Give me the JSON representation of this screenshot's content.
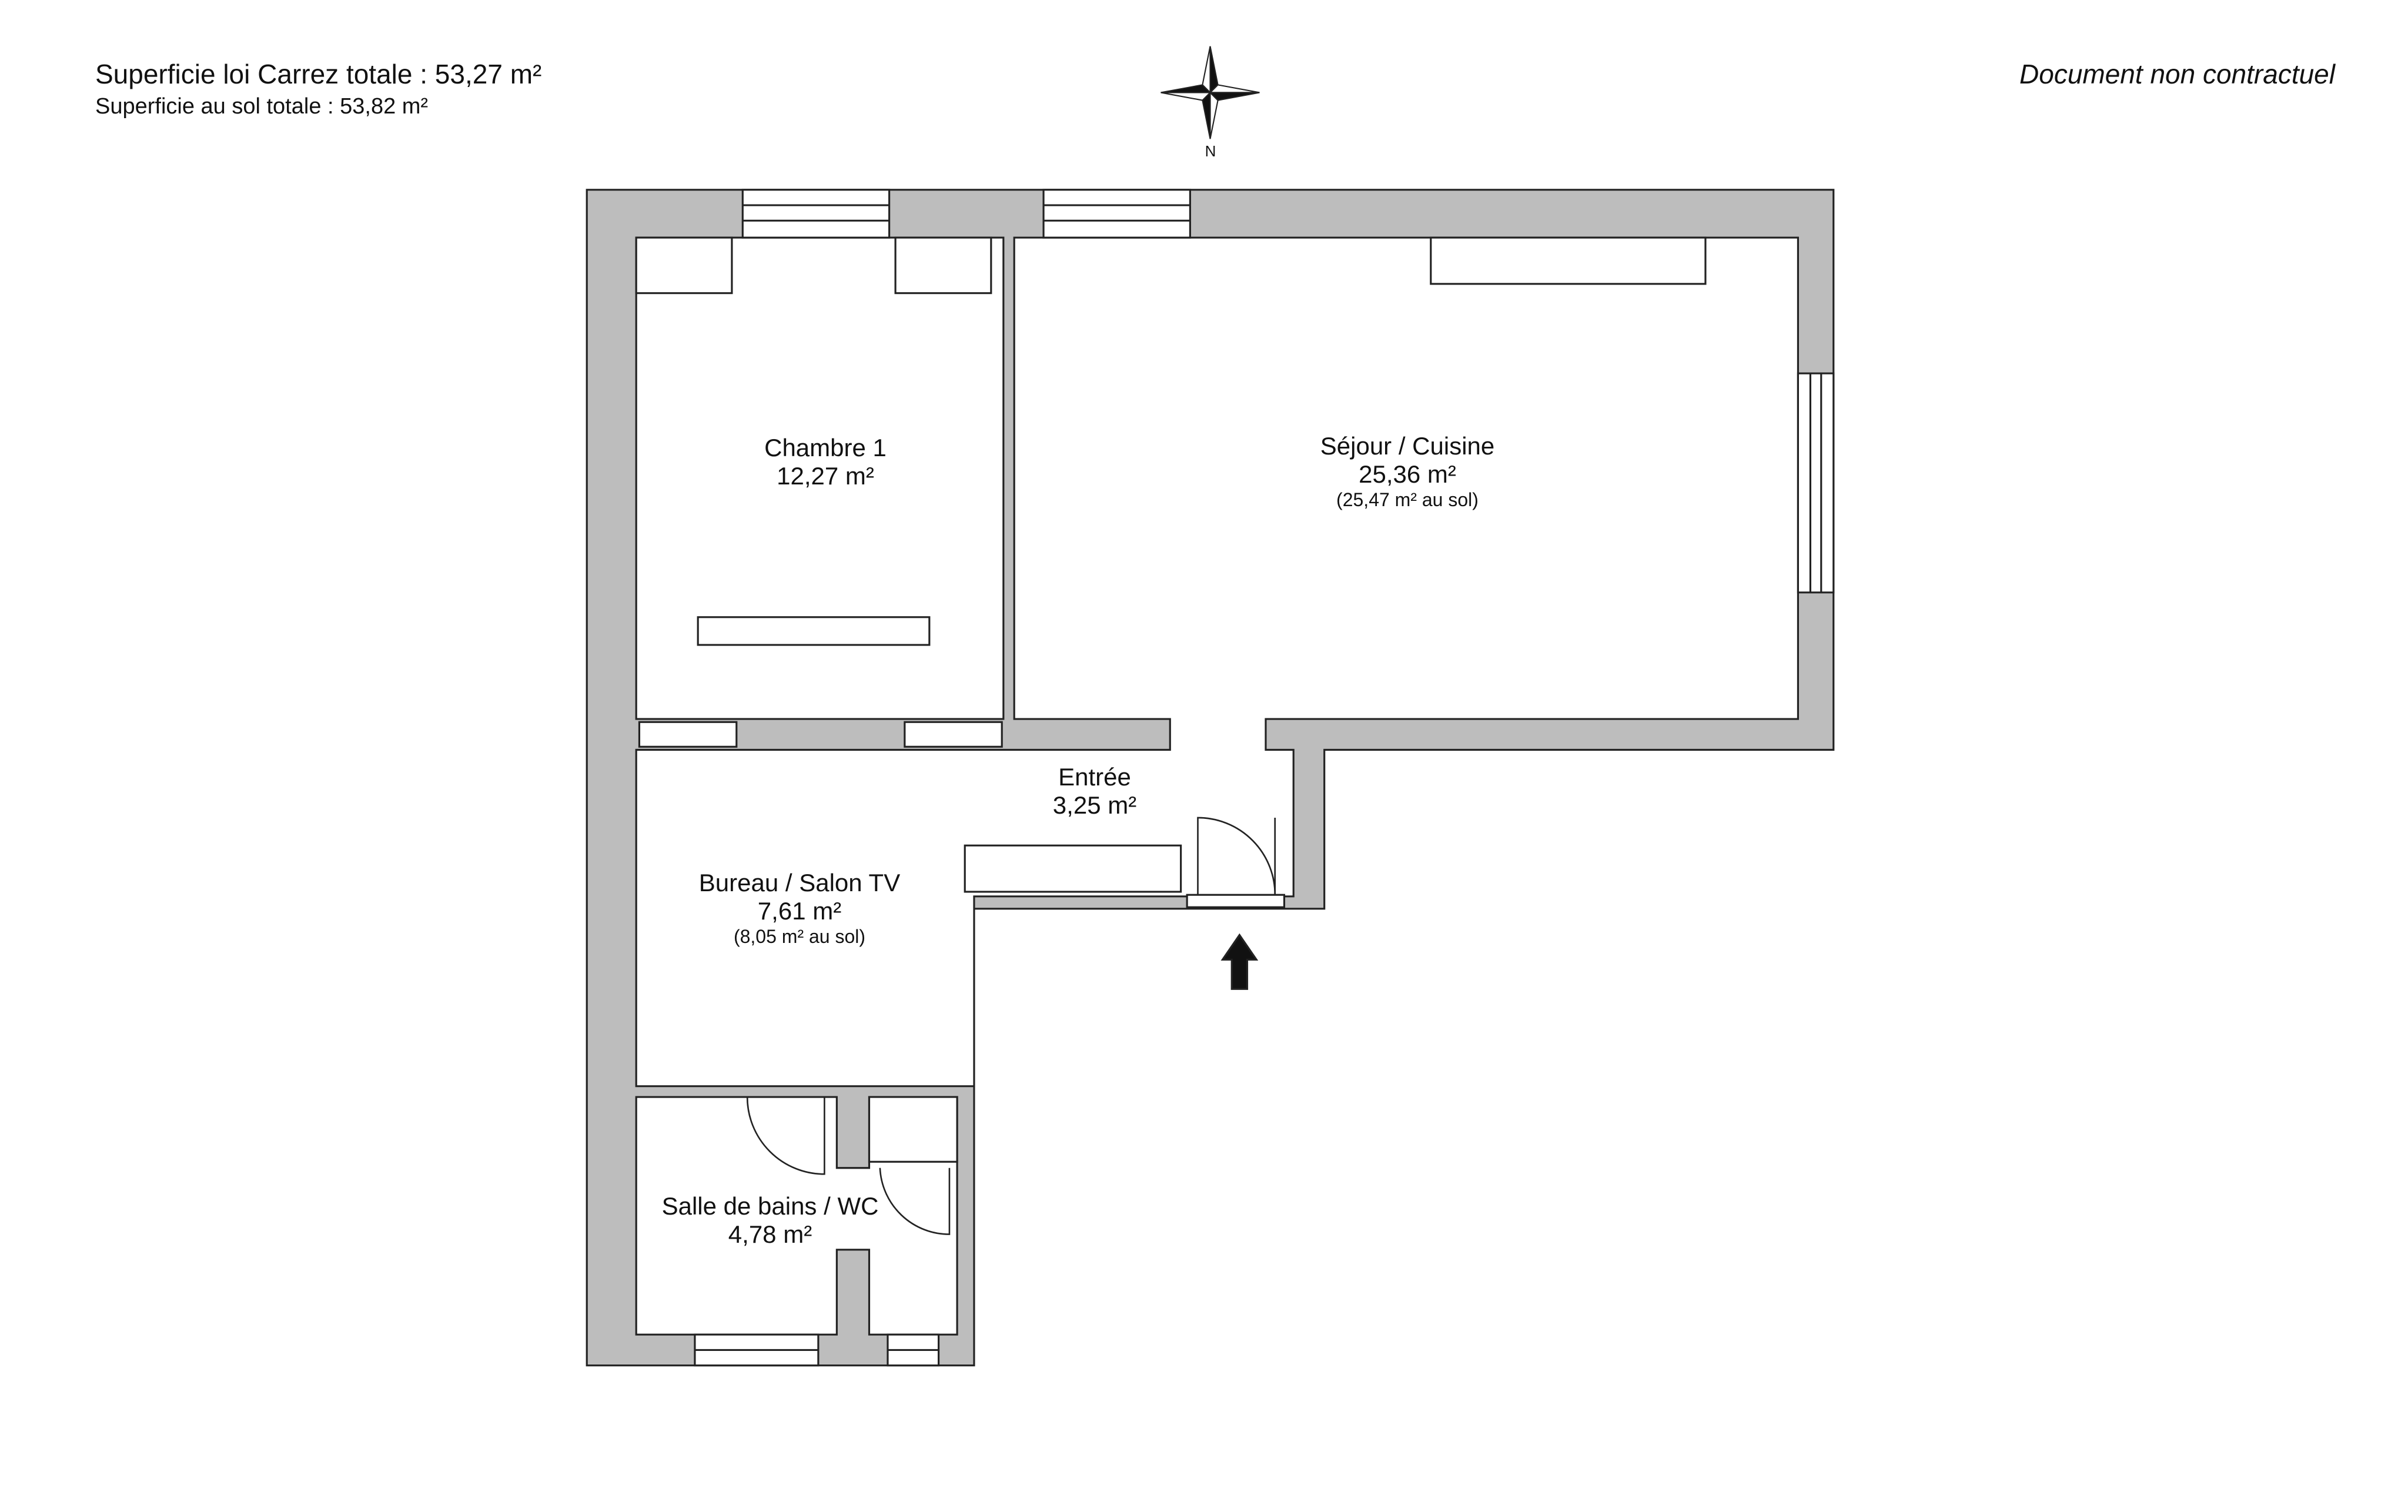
{
  "header": {
    "carrez_total": "Superficie loi Carrez totale :  53,27 m²",
    "sol_total": "Superficie au sol totale :  53,82 m²",
    "disclaimer": "Document non contractuel"
  },
  "compass": {
    "north_label": "N"
  },
  "rooms": [
    {
      "name": "Chambre 1",
      "area": "12,27 m²"
    },
    {
      "name": "Séjour / Cuisine",
      "area": "25,36 m²",
      "floor_area": "(25,47 m² au sol)"
    },
    {
      "name": "Entrée",
      "area": "3,25 m²"
    },
    {
      "name": "Bureau / Salon TV",
      "area": "7,61 m²",
      "floor_area": "(8,05 m² au sol)"
    },
    {
      "name": "Salle de bains / WC",
      "area": "4,78 m²"
    }
  ],
  "colors": {
    "wall": "#bdbdbd",
    "line": "#222222"
  }
}
